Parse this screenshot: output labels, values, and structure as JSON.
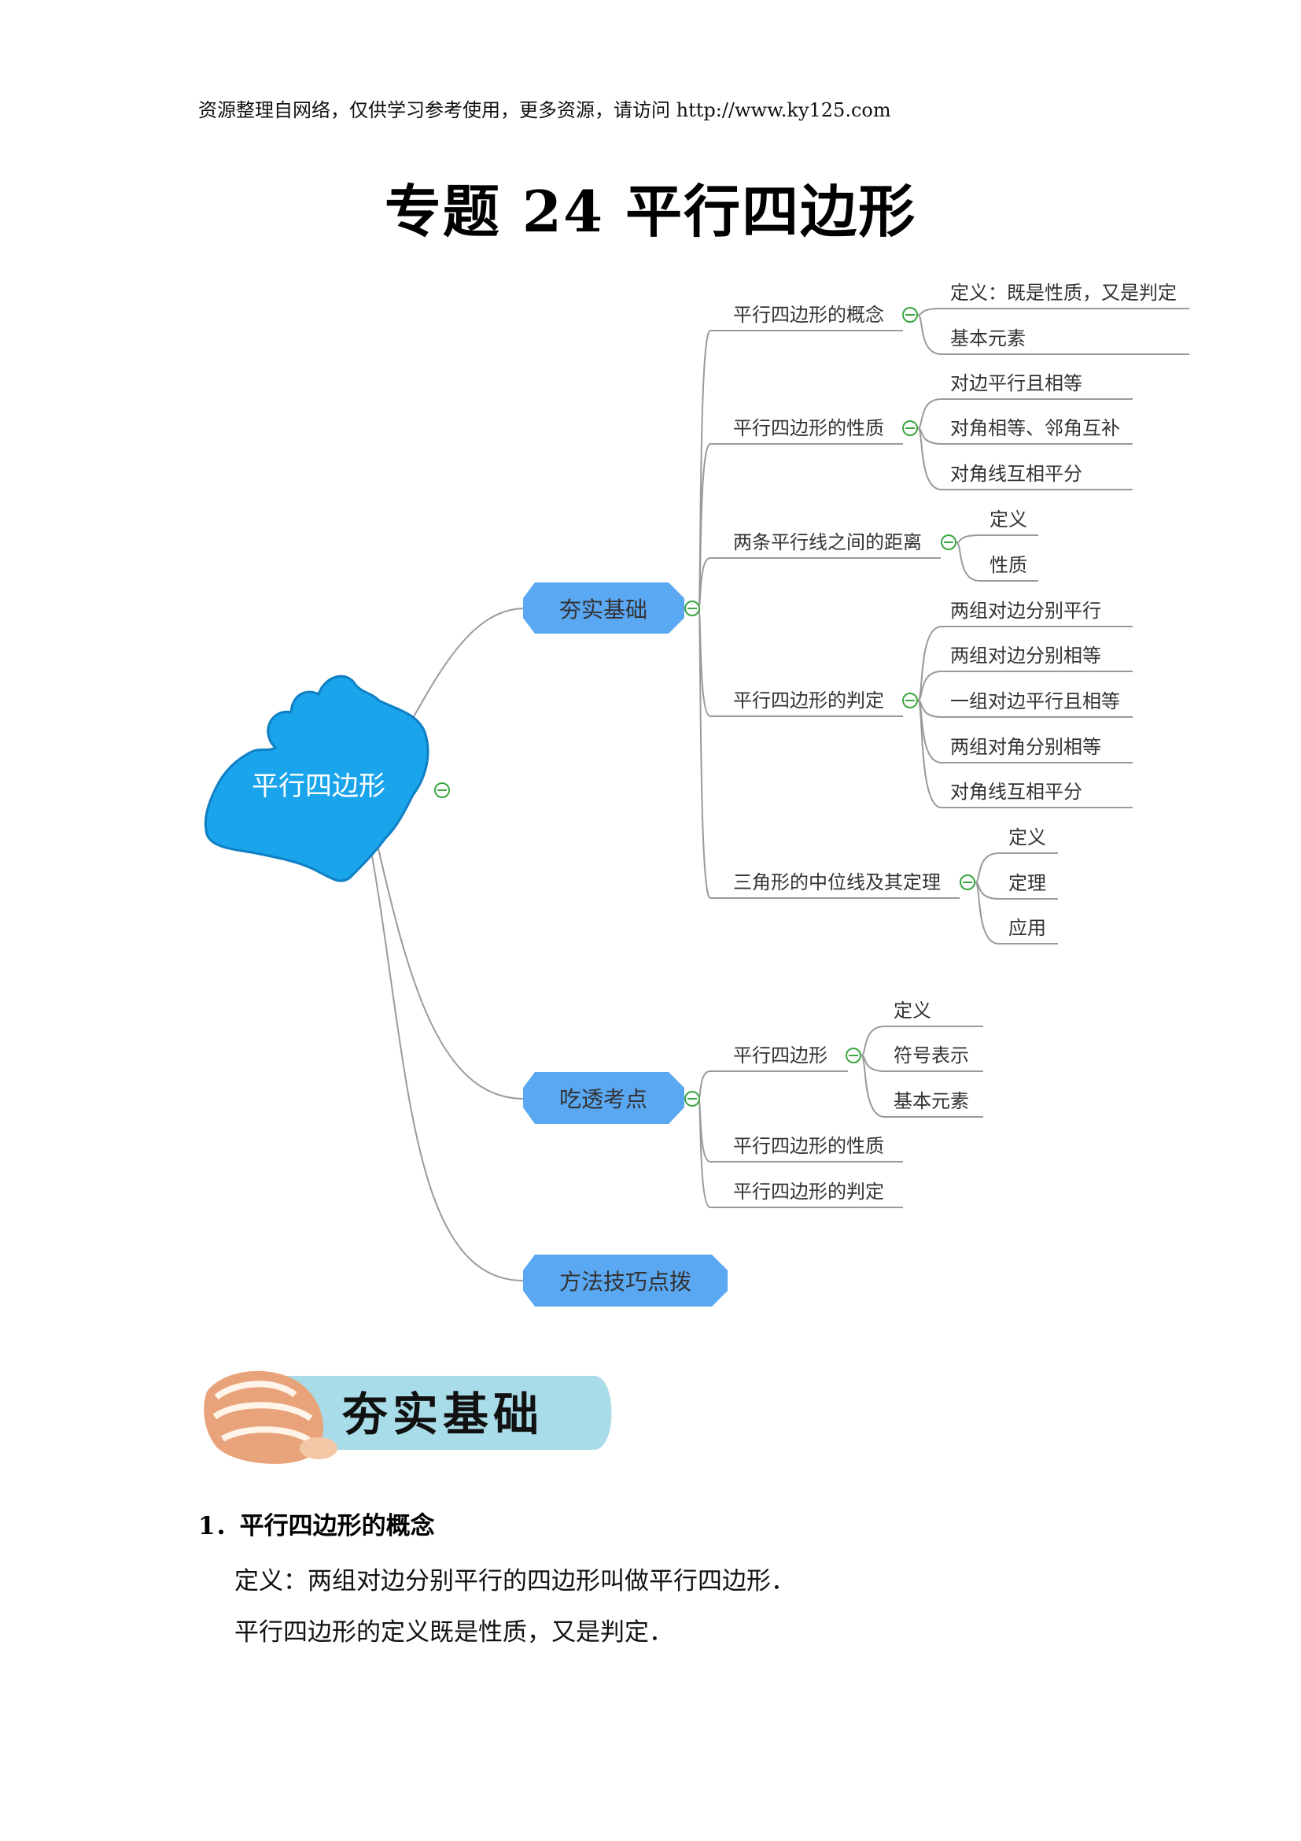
{
  "header_note": "资源整理自网络，仅供学习参考使用，更多资源，请访问 http://www.ky125.com",
  "title": "专题 24  平行四边形",
  "mindmap": {
    "root": "平行四边形",
    "branches": [
      {
        "label": "夯实基础",
        "children": [
          {
            "label": "平行四边形的概念",
            "children": [
              "定义：既是性质，又是判定",
              "基本元素"
            ]
          },
          {
            "label": "平行四边形的性质",
            "children": [
              "对边平行且相等",
              "对角相等、邻角互补",
              "对角线互相平分"
            ]
          },
          {
            "label": "两条平行线之间的距离",
            "children": [
              "定义",
              "性质"
            ]
          },
          {
            "label": "平行四边形的判定",
            "children": [
              "两组对边分别平行",
              "两组对边分别相等",
              "一组对边平行且相等",
              "两组对角分别相等",
              "对角线互相平分"
            ]
          },
          {
            "label": "三角形的中位线及其定理",
            "children": [
              "定义",
              "定理",
              "应用"
            ]
          }
        ]
      },
      {
        "label": "吃透考点",
        "children": [
          {
            "label": "平行四边形",
            "children": [
              "定义",
              "符号表示",
              "基本元素"
            ]
          },
          {
            "label": "平行四边形的性质",
            "children": []
          },
          {
            "label": "平行四边形的判定",
            "children": []
          }
        ]
      },
      {
        "label": "方法技巧点拨",
        "children": []
      }
    ]
  },
  "banner_text": "夯实基础",
  "section": {
    "heading": "1．平行四边形的概念",
    "paragraphs": [
      "定义：两组对边分别平行的四边形叫做平行四边形．",
      "平行四边形的定义既是性质，又是判定．"
    ]
  },
  "colors": {
    "root_fill": "#1aa4ec",
    "branch_fill": "#5aa7f2",
    "line": "#9a9a9a",
    "collapse_icon": "#3aa640",
    "banner": "#a8dce8"
  }
}
